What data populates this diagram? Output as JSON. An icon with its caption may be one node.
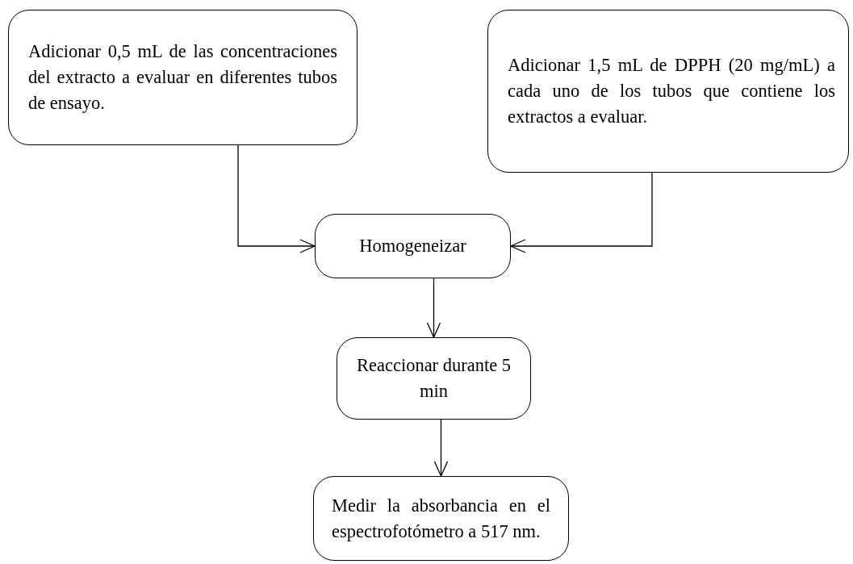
{
  "diagram": {
    "nodes": [
      {
        "text": [
          "Adicionar 0,5 mL de las concentraciones del extracto a evaluar en diferentes tubos de ensayo."
        ]
      },
      {
        "text": [
          "Adicionar 1,5 mL de DPPH (20 mg/mL) a cada uno de los tubos que contiene los extractos a evaluar."
        ]
      },
      {
        "text": [
          "Homogeneizar"
        ]
      },
      {
        "text": [
          "Reaccionar durante 5 min"
        ]
      },
      {
        "text": [
          "Medir la absorbancia en el espectrofotómetro a 517 nm."
        ]
      }
    ],
    "edges": [
      {
        "from": 0,
        "to": 2,
        "arrow": "to"
      },
      {
        "from": 1,
        "to": 2,
        "arrow": "to"
      },
      {
        "from": 2,
        "to": 3,
        "arrow": "to"
      },
      {
        "from": 3,
        "to": 4,
        "arrow": "to"
      }
    ]
  }
}
